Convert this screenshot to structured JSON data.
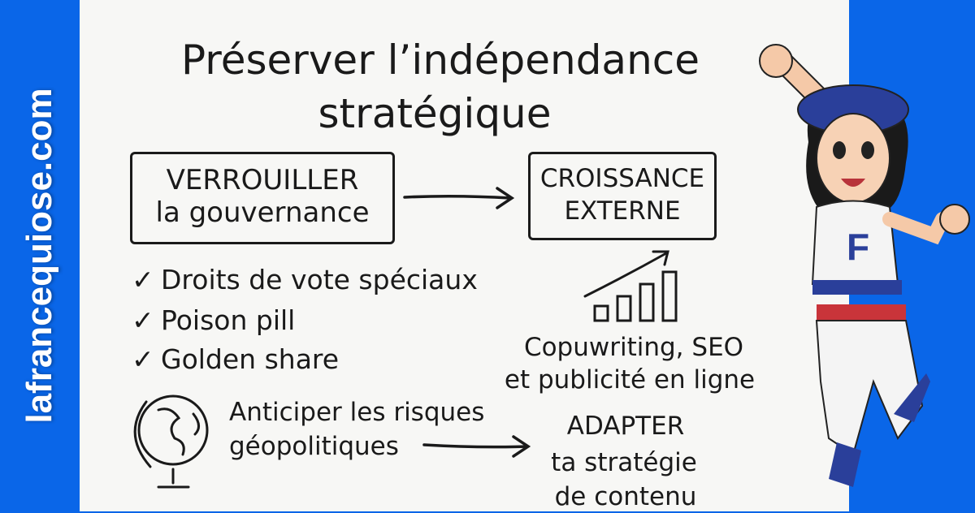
{
  "brand": "lafrancequiose.com",
  "colors": {
    "accent": "#0a66e8",
    "background": "#f7f7f5",
    "ink": "#1a1a1a"
  },
  "title": {
    "line1": "Préserver l’indépendance",
    "line2": "stratégique"
  },
  "box_left": {
    "line1": "VERROUILLER",
    "line2": "la gouvernance"
  },
  "box_right": {
    "line1": "CROISSANCE",
    "line2": "EXTERNE"
  },
  "checklist": [
    {
      "icon": "check-icon",
      "label": "Droits de vote spéciaux"
    },
    {
      "icon": "check-icon",
      "label": "Poison pill"
    },
    {
      "icon": "check-icon",
      "label": "Golden share"
    }
  ],
  "growth": {
    "icon": "bar-chart-growth-icon",
    "line1": "Copuwriting, SEO",
    "line2": "et publicité en ligne"
  },
  "risk": {
    "icon": "globe-icon",
    "line1": "Anticiper les risques",
    "line2": "géopolitiques"
  },
  "adapt": {
    "line1": "ADAPTER",
    "line2": "ta stratégie",
    "line3": "de contenu"
  },
  "mascot": {
    "shirt_letter": "F"
  }
}
